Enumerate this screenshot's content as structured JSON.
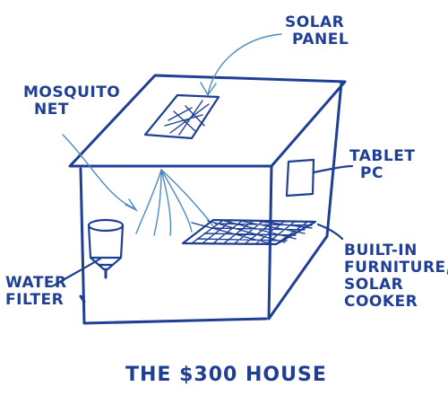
{
  "labels": {
    "solar_panel": [
      "SOLAR",
      "PANEL"
    ],
    "mosquito_net": [
      "MOSQUITO",
      "NET"
    ],
    "tablet_pc": [
      "TABLET",
      "PC"
    ],
    "water_filter": [
      "WATER",
      "FILTER"
    ],
    "built_in": [
      "BUILT-IN",
      "FURNITURE,",
      "SOLAR",
      "COOKER"
    ]
  },
  "caption": "THE $300 HOUSE",
  "colors": {
    "ink": "#1f3f95",
    "light_ink": "#4c8ac4"
  }
}
